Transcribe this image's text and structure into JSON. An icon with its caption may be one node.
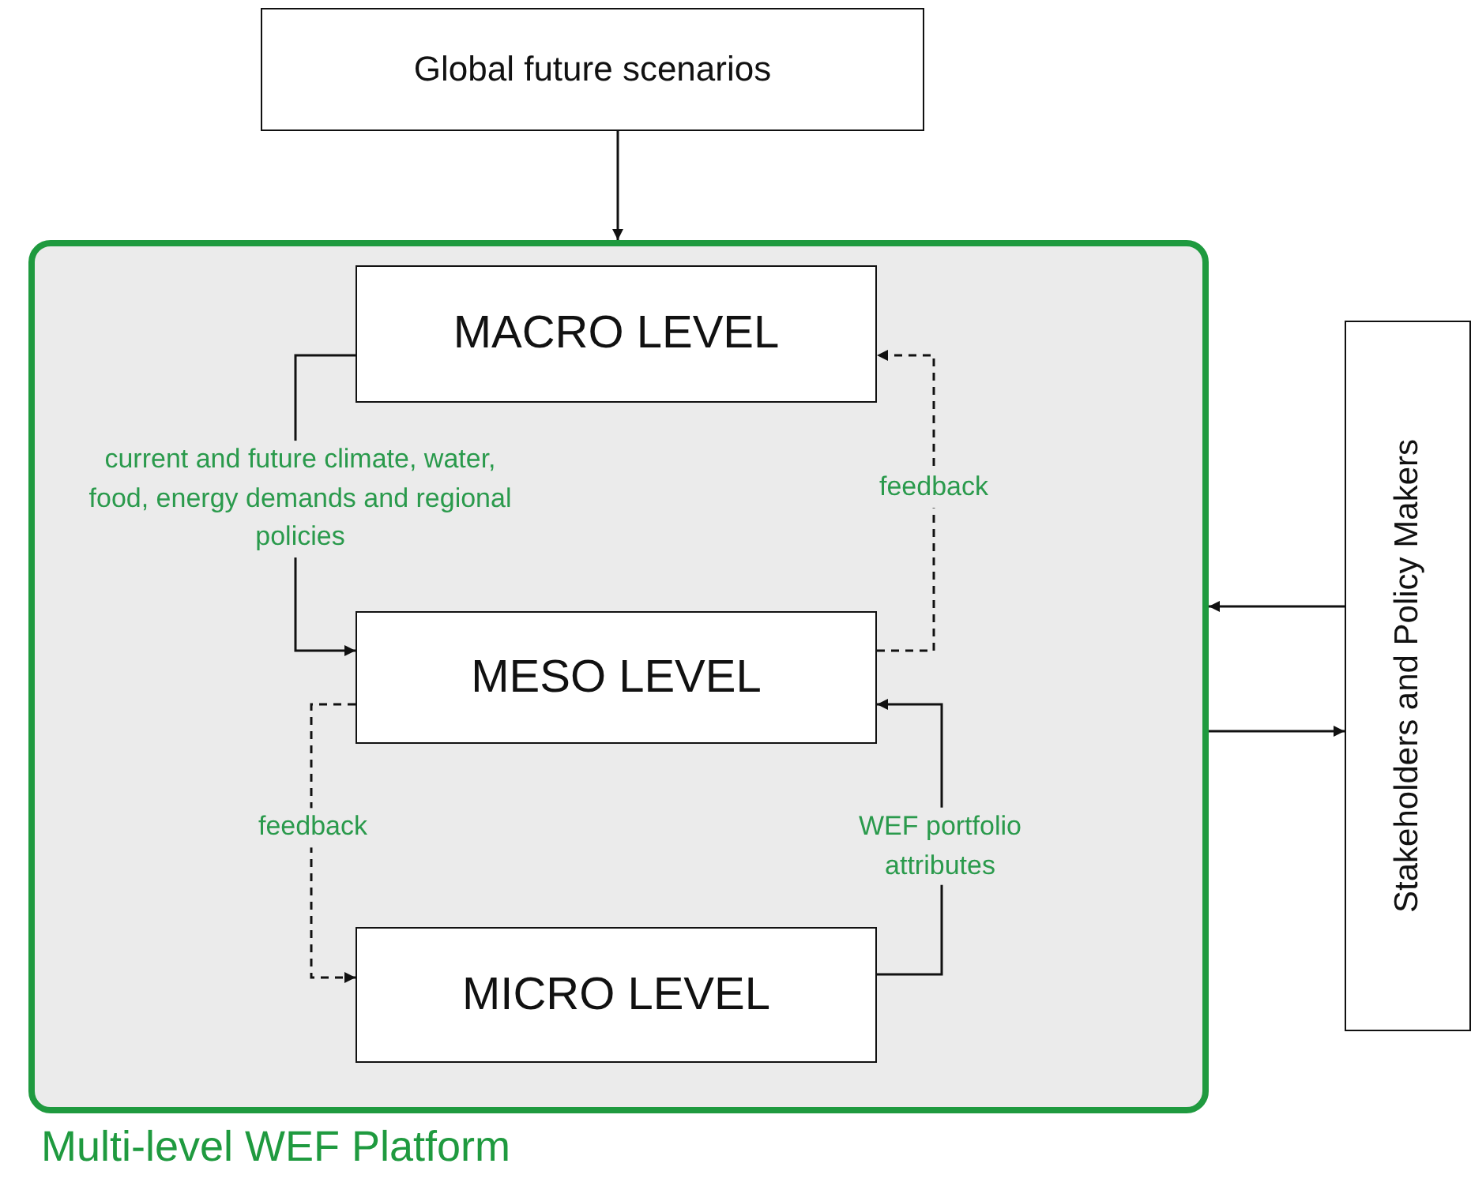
{
  "diagram": {
    "nodes": [
      {
        "text": [
          "Global future scenarios"
        ]
      },
      {
        "text": [
          "Multi-level WEF Platform"
        ]
      },
      {
        "text": [
          "MACRO LEVEL"
        ],
        "in": 1
      },
      {
        "text": [
          "MESO LEVEL"
        ],
        "in": 1
      },
      {
        "text": [
          "MICRO LEVEL"
        ],
        "in": 1
      },
      {
        "text": [
          "Stakeholders and Policy Makers"
        ]
      }
    ],
    "edges": [
      {
        "from": 0,
        "to": 1,
        "arrow": "to"
      },
      {
        "from": 2,
        "to": 3,
        "arrow": "to",
        "label": "current and future climate, water, food, energy demands and regional policies"
      },
      {
        "from": 3,
        "to": 2,
        "arrow": "to",
        "label": "feedback",
        "style": "dashed"
      },
      {
        "from": 3,
        "to": 4,
        "arrow": "to",
        "label": "feedback",
        "style": "dashed"
      },
      {
        "from": 4,
        "to": 3,
        "arrow": "to",
        "label": "WEF portfolio attributes"
      },
      {
        "from": 5,
        "to": 1,
        "arrow": "to"
      },
      {
        "from": 1,
        "to": 5,
        "arrow": "to"
      }
    ]
  }
}
